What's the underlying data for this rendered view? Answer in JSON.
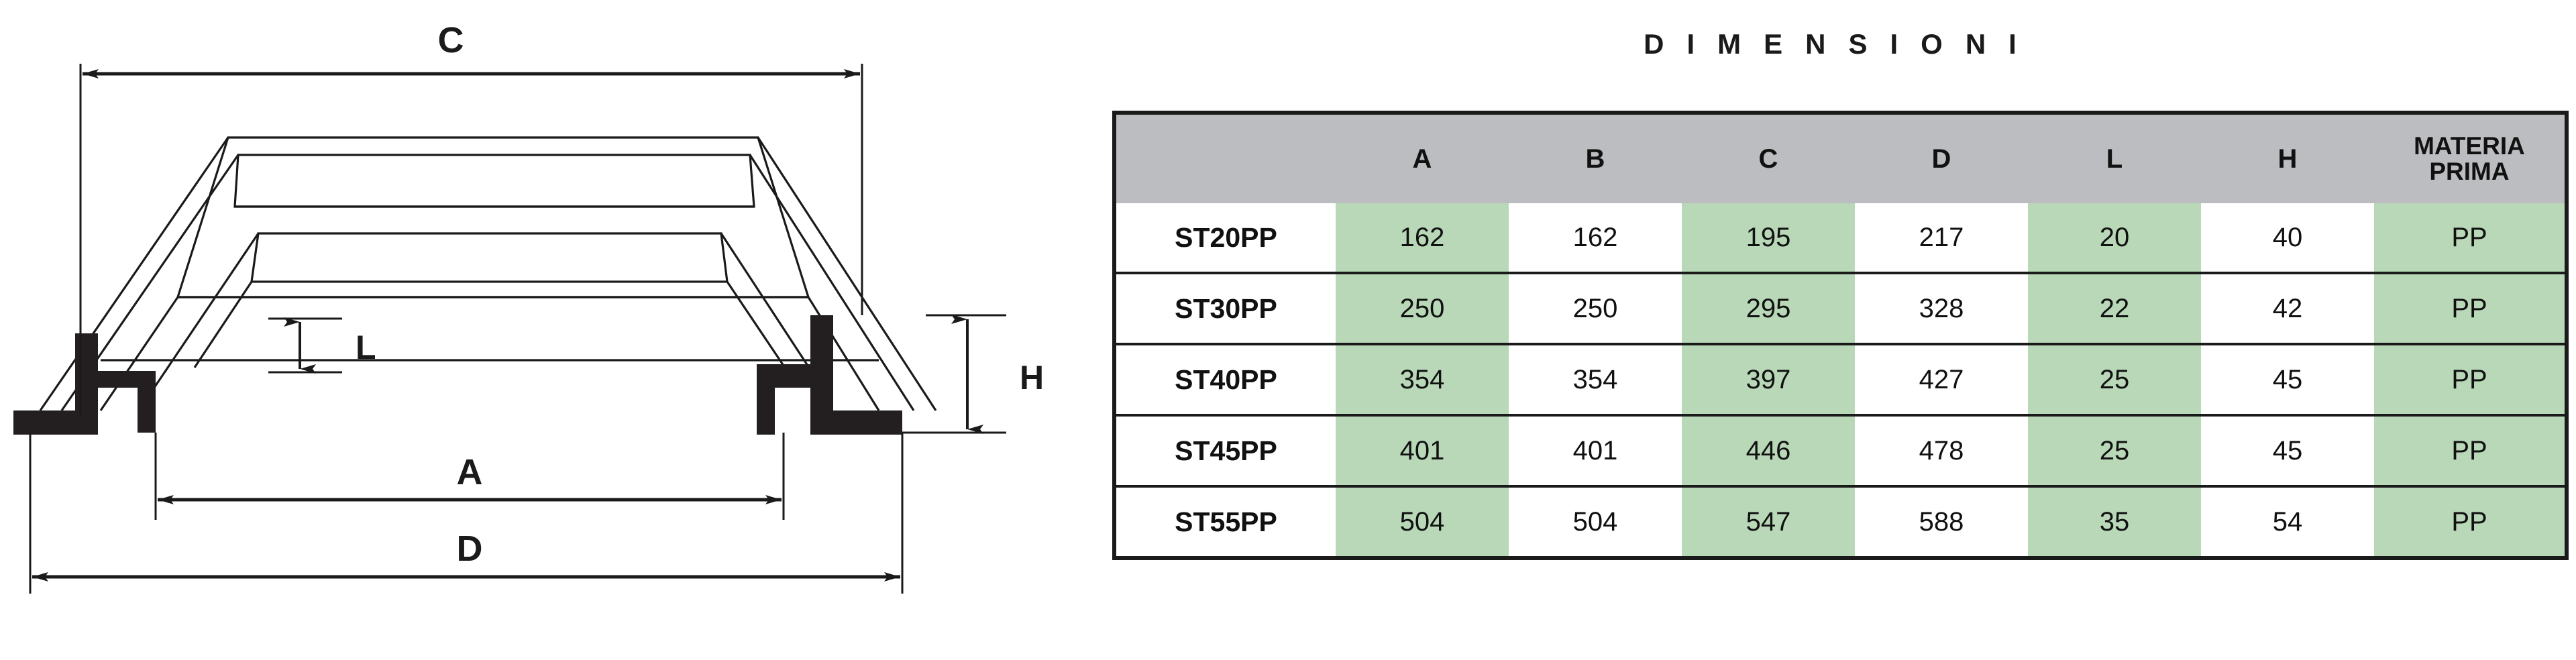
{
  "drawing": {
    "labels": {
      "c": "C",
      "a": "A",
      "d": "D",
      "l": "L",
      "h": "H"
    }
  },
  "table": {
    "title": "D I M E N S I O N I",
    "title_plain": "DIMENSIONI",
    "colors": {
      "header_gray": "#BCBDC0",
      "cell_green": "#B8D8B8",
      "cell_white": "#FFFFFF",
      "border": "#1A1A1A"
    },
    "headers": [
      "",
      "A",
      "B",
      "C",
      "D",
      "L",
      "H",
      "MATERIA PRIMA"
    ],
    "header_material_line1": "MATERIA",
    "header_material_line2": "PRIMA",
    "rows": [
      {
        "model": "ST20PP",
        "A": "162",
        "B": "162",
        "C": "195",
        "D": "217",
        "L": "20",
        "H": "40",
        "materia": "PP"
      },
      {
        "model": "ST30PP",
        "A": "250",
        "B": "250",
        "C": "295",
        "D": "328",
        "L": "22",
        "H": "42",
        "materia": "PP"
      },
      {
        "model": "ST40PP",
        "A": "354",
        "B": "354",
        "C": "397",
        "D": "427",
        "L": "25",
        "H": "45",
        "materia": "PP"
      },
      {
        "model": "ST45PP",
        "A": "401",
        "B": "401",
        "C": "446",
        "D": "478",
        "L": "25",
        "H": "45",
        "materia": "PP"
      },
      {
        "model": "ST55PP",
        "A": "504",
        "B": "504",
        "C": "547",
        "D": "588",
        "L": "35",
        "H": "54",
        "materia": "PP"
      }
    ]
  }
}
